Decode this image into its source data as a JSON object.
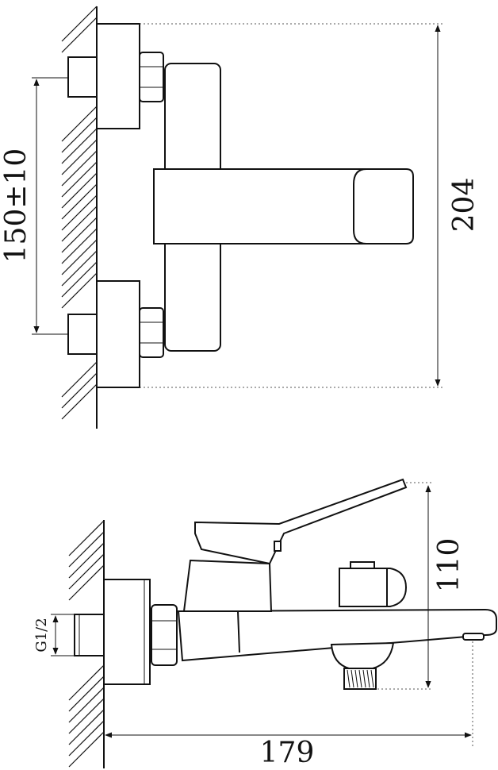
{
  "dimensions": {
    "top_height": "204",
    "top_spacing": "150±10",
    "side_height": "110",
    "side_length": "179",
    "thread": "G1/2"
  },
  "colors": {
    "line": "#111111",
    "background": "#ffffff"
  }
}
